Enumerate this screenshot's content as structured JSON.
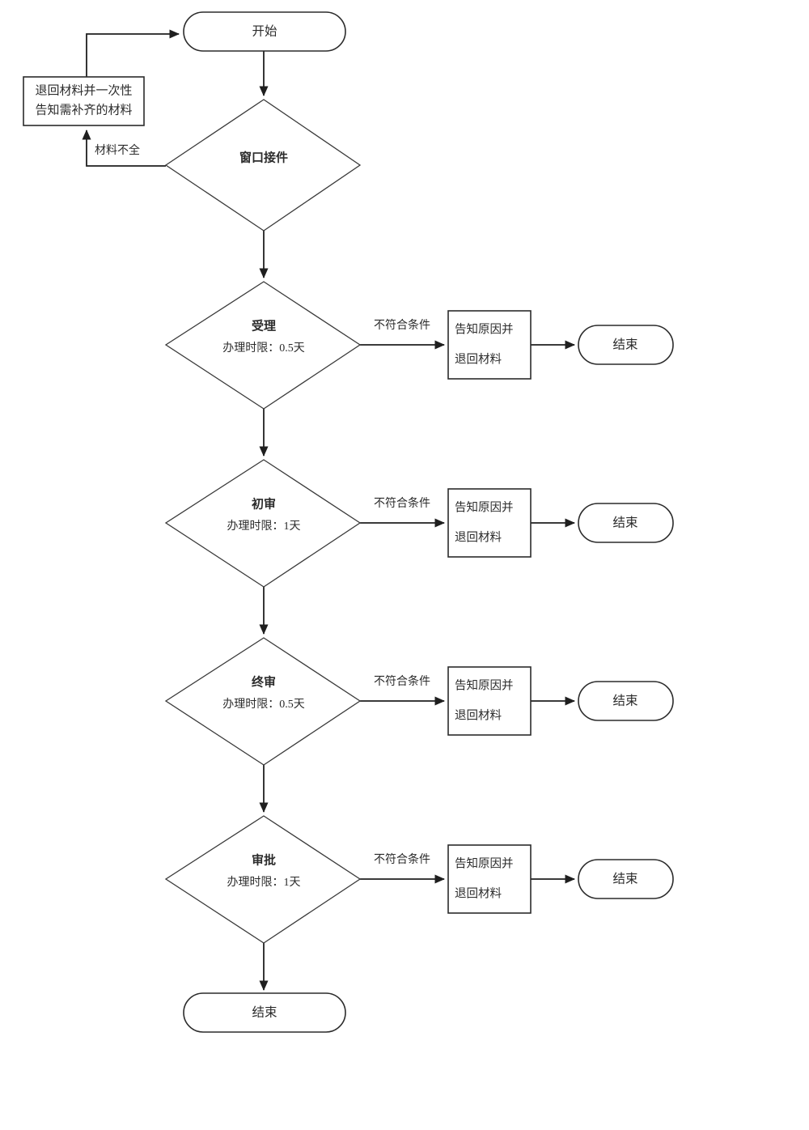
{
  "diagram": {
    "type": "flowchart",
    "title_text_present": false,
    "orientation": "top-to-bottom",
    "background_color": "#ffffff",
    "line_color": "#1f1f1f",
    "text_color": "#2b2b2b"
  },
  "nodes": {
    "start": {
      "label": "开始",
      "shape": "stadium"
    },
    "return_materials_box": {
      "line1": "退回材料并一次性",
      "line2": "告知需补齐的材料",
      "shape": "rectangle"
    },
    "window_intake": {
      "title": "窗口接件",
      "subtitle": "",
      "shape": "diamond"
    },
    "acceptance": {
      "title": "受理",
      "subtitle": "办理时限：0.5天",
      "shape": "diamond"
    },
    "first_review": {
      "title": "初审",
      "subtitle": "办理时限：1天",
      "shape": "diamond"
    },
    "final_review": {
      "title": "终审",
      "subtitle": "办理时限：0.5天",
      "shape": "diamond"
    },
    "approval": {
      "title": "审批",
      "subtitle": "办理时限：1天",
      "shape": "diamond"
    },
    "reject_box_1": {
      "line1": "告知原因并",
      "line2": "退回材料",
      "shape": "rectangle"
    },
    "reject_box_2": {
      "line1": "告知原因并",
      "line2": "退回材料",
      "shape": "rectangle"
    },
    "reject_box_3": {
      "line1": "告知原因并",
      "line2": "退回材料",
      "shape": "rectangle"
    },
    "reject_box_4": {
      "line1": "告知原因并",
      "line2": "退回材料",
      "shape": "rectangle"
    },
    "end_1": {
      "label": "结束",
      "shape": "stadium"
    },
    "end_2": {
      "label": "结束",
      "shape": "stadium"
    },
    "end_3": {
      "label": "结束",
      "shape": "stadium"
    },
    "end_4": {
      "label": "结束",
      "shape": "stadium"
    },
    "end_final": {
      "label": "结束",
      "shape": "stadium"
    }
  },
  "edge_labels": {
    "materials_incomplete": "材料不全",
    "not_qualified_1": "不符合条件",
    "not_qualified_2": "不符合条件",
    "not_qualified_3": "不符合条件",
    "not_qualified_4": "不符合条件"
  }
}
